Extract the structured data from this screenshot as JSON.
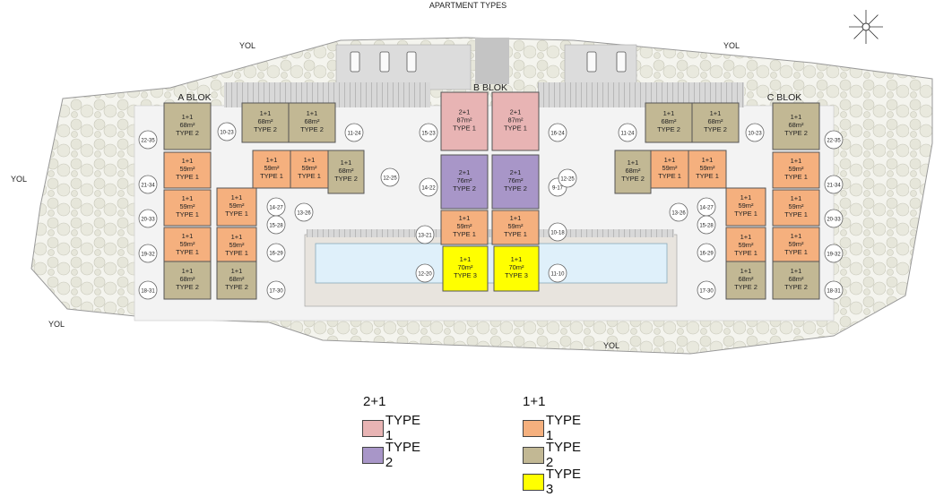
{
  "title": "APARTMENT TYPES",
  "roads": [
    "YOL",
    "YOL",
    "YOL",
    "YOL",
    "YOL"
  ],
  "blocks": [
    "A BLOK",
    "B BLOK",
    "C BLOK"
  ],
  "colors": {
    "t21_type1": "#e8b4b4",
    "t21_type2": "#a896c8",
    "t11_type1": "#f5b07e",
    "t11_type2": "#c2b894",
    "t11_type3": "#ffff00",
    "pool": "#dff0fa",
    "tree": "#e8e8dc"
  },
  "units": [
    {
      "rooms": "1+1",
      "area": "68m²",
      "type": "TYPE 2",
      "kind": "t11_type2"
    },
    {
      "rooms": "1+1",
      "area": "59m²",
      "type": "TYPE 1",
      "kind": "t11_type1"
    },
    {
      "rooms": "1+1",
      "area": "59m²",
      "type": "TYPE 1",
      "kind": "t11_type1"
    },
    {
      "rooms": "1+1",
      "area": "59m²",
      "type": "TYPE 1",
      "kind": "t11_type1"
    },
    {
      "rooms": "1+1",
      "area": "68m²",
      "type": "TYPE 2",
      "kind": "t11_type2"
    },
    {
      "rooms": "1+1",
      "area": "59m²",
      "type": "TYPE 1",
      "kind": "t11_type1"
    },
    {
      "rooms": "1+1",
      "area": "59m²",
      "type": "TYPE 1",
      "kind": "t11_type1"
    },
    {
      "rooms": "1+1",
      "area": "68m²",
      "type": "TYPE 2",
      "kind": "t11_type2"
    },
    {
      "rooms": "1+1",
      "area": "68m²",
      "type": "TYPE 2",
      "kind": "t11_type2"
    },
    {
      "rooms": "1+1",
      "area": "68m²",
      "type": "TYPE 2",
      "kind": "t11_type2"
    },
    {
      "rooms": "1+1",
      "area": "59m²",
      "type": "TYPE 1",
      "kind": "t11_type1"
    },
    {
      "rooms": "1+1",
      "area": "59m²",
      "type": "TYPE 1",
      "kind": "t11_type1"
    },
    {
      "rooms": "1+1",
      "area": "68m²",
      "type": "TYPE 2",
      "kind": "t11_type2"
    },
    {
      "rooms": "2+1",
      "area": "87m²",
      "type": "TYPE 1",
      "kind": "t21_type1"
    },
    {
      "rooms": "2+1",
      "area": "76m²",
      "type": "TYPE 2",
      "kind": "t21_type2"
    },
    {
      "rooms": "1+1",
      "area": "59m²",
      "type": "TYPE 1",
      "kind": "t11_type1"
    },
    {
      "rooms": "1+1",
      "area": "70m²",
      "type": "TYPE 3",
      "kind": "t11_type3"
    },
    {
      "rooms": "2+1",
      "area": "87m²",
      "type": "TYPE 1",
      "kind": "t21_type1"
    },
    {
      "rooms": "2+1",
      "area": "76m²",
      "type": "TYPE 2",
      "kind": "t21_type2"
    },
    {
      "rooms": "1+1",
      "area": "59m²",
      "type": "TYPE 1",
      "kind": "t11_type1"
    },
    {
      "rooms": "1+1",
      "area": "70m²",
      "type": "TYPE 3",
      "kind": "t11_type3"
    },
    {
      "rooms": "1+1",
      "area": "68m²",
      "type": "TYPE 2",
      "kind": "t11_type2"
    },
    {
      "rooms": "1+1",
      "area": "68m²",
      "type": "TYPE 2",
      "kind": "t11_type2"
    },
    {
      "rooms": "1+1",
      "area": "68m²",
      "type": "TYPE 2",
      "kind": "t11_type2"
    },
    {
      "rooms": "1+1",
      "area": "59m²",
      "type": "TYPE 1",
      "kind": "t11_type1"
    },
    {
      "rooms": "1+1",
      "area": "59m²",
      "type": "TYPE 1",
      "kind": "t11_type1"
    },
    {
      "rooms": "1+1",
      "area": "59m²",
      "type": "TYPE 1",
      "kind": "t11_type1"
    },
    {
      "rooms": "1+1",
      "area": "59m²",
      "type": "TYPE 1",
      "kind": "t11_type1"
    },
    {
      "rooms": "1+1",
      "area": "68m²",
      "type": "TYPE 2",
      "kind": "t11_type2"
    },
    {
      "rooms": "1+1",
      "area": "68m²",
      "type": "TYPE 2",
      "kind": "t11_type2"
    },
    {
      "rooms": "1+1",
      "area": "59m²",
      "type": "TYPE 1",
      "kind": "t11_type1"
    },
    {
      "rooms": "1+1",
      "area": "59m²",
      "type": "TYPE 1",
      "kind": "t11_type1"
    },
    {
      "rooms": "1+1",
      "area": "59m²",
      "type": "TYPE 1",
      "kind": "t11_type1"
    },
    {
      "rooms": "1+1",
      "area": "68m²",
      "type": "TYPE 2",
      "kind": "t11_type2"
    }
  ],
  "markers": [
    "22-35",
    "21-34",
    "20-33",
    "19-32",
    "18-31",
    "10-23",
    "11-24",
    "14-27",
    "15-28",
    "13-26",
    "16-29",
    "17-30",
    "12-25",
    "15-23",
    "14-22",
    "13-21",
    "12-20",
    "16-24",
    "9-17",
    "10-18",
    "11-10",
    "11-24",
    "10-23",
    "12-25",
    "13-26",
    "14-27",
    "15-28",
    "16-29",
    "17-30",
    "22-35",
    "21-34",
    "20-33",
    "19-32",
    "18-31"
  ],
  "legend": {
    "group_21": "2+1",
    "group_11": "1+1",
    "items_21": [
      {
        "label": "TYPE 1",
        "kind": "t21_type1"
      },
      {
        "label": "TYPE 2",
        "kind": "t21_type2"
      }
    ],
    "items_11": [
      {
        "label": "TYPE 1",
        "kind": "t11_type1"
      },
      {
        "label": "TYPE 2",
        "kind": "t11_type2"
      },
      {
        "label": "TYPE 3",
        "kind": "t11_type3"
      }
    ]
  }
}
